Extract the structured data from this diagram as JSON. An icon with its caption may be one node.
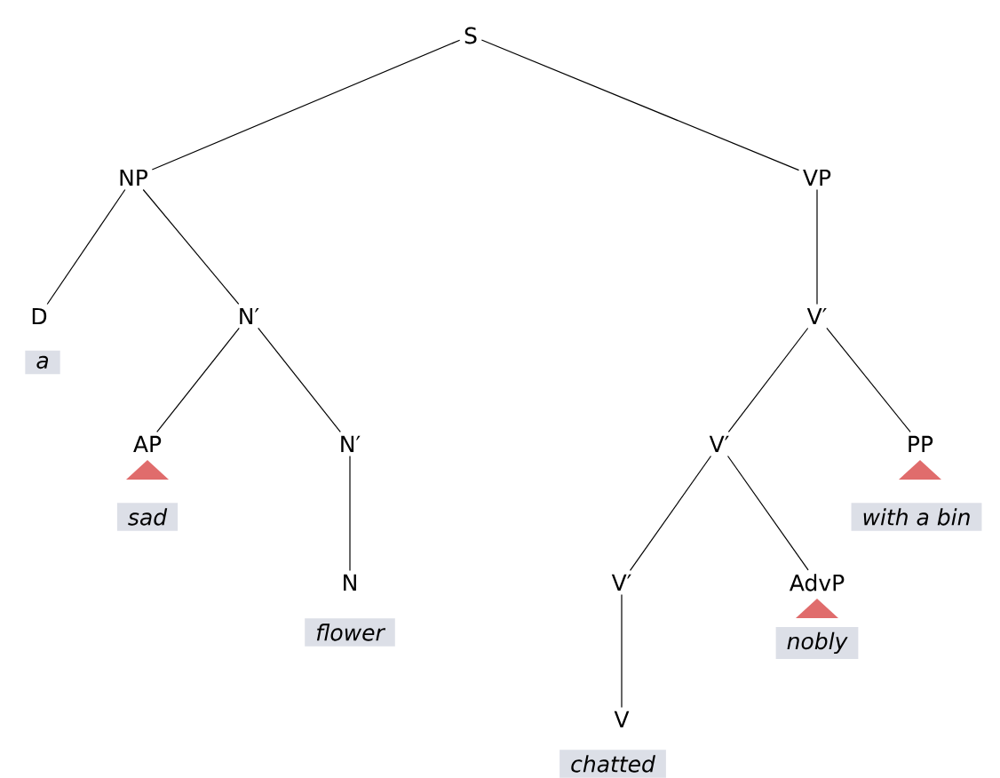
{
  "diagram": {
    "nodes": [
      {
        "text": [
          "S"
        ]
      },
      {
        "text": [
          "NP"
        ]
      },
      {
        "text": [
          "VP"
        ]
      },
      {
        "text": [
          "D"
        ],
        "beside": [
          "a"
        ]
      },
      {
        "text": [
          "N′"
        ]
      },
      {
        "text": [
          "V′"
        ]
      },
      {
        "text": [
          "AP"
        ],
        "beside": [
          "sad"
        ]
      },
      {
        "text": [
          "N′"
        ]
      },
      {
        "text": [
          "V′"
        ]
      },
      {
        "text": [
          "PP"
        ],
        "beside": [
          "with a bin"
        ]
      },
      {
        "text": [
          "N"
        ],
        "beside": [
          "flower"
        ]
      },
      {
        "text": [
          "V′"
        ]
      },
      {
        "text": [
          "AdvP"
        ],
        "beside": [
          "nobly"
        ]
      },
      {
        "text": [
          "V"
        ],
        "beside": [
          "chatted"
        ]
      }
    ],
    "edges": [
      {
        "from": 0,
        "to": 1,
        "arrow": "none"
      },
      {
        "from": 0,
        "to": 2,
        "arrow": "none"
      },
      {
        "from": 1,
        "to": 3,
        "arrow": "none"
      },
      {
        "from": 1,
        "to": 4,
        "arrow": "none"
      },
      {
        "from": 2,
        "to": 5,
        "arrow": "none"
      },
      {
        "from": 4,
        "to": 6,
        "arrow": "none"
      },
      {
        "from": 4,
        "to": 7,
        "arrow": "none"
      },
      {
        "from": 5,
        "to": 8,
        "arrow": "none"
      },
      {
        "from": 5,
        "to": 9,
        "arrow": "none"
      },
      {
        "from": 7,
        "to": 10,
        "arrow": "none"
      },
      {
        "from": 8,
        "to": 11,
        "arrow": "none"
      },
      {
        "from": 8,
        "to": 12,
        "arrow": "none"
      },
      {
        "from": 11,
        "to": 13,
        "arrow": "none"
      }
    ]
  }
}
